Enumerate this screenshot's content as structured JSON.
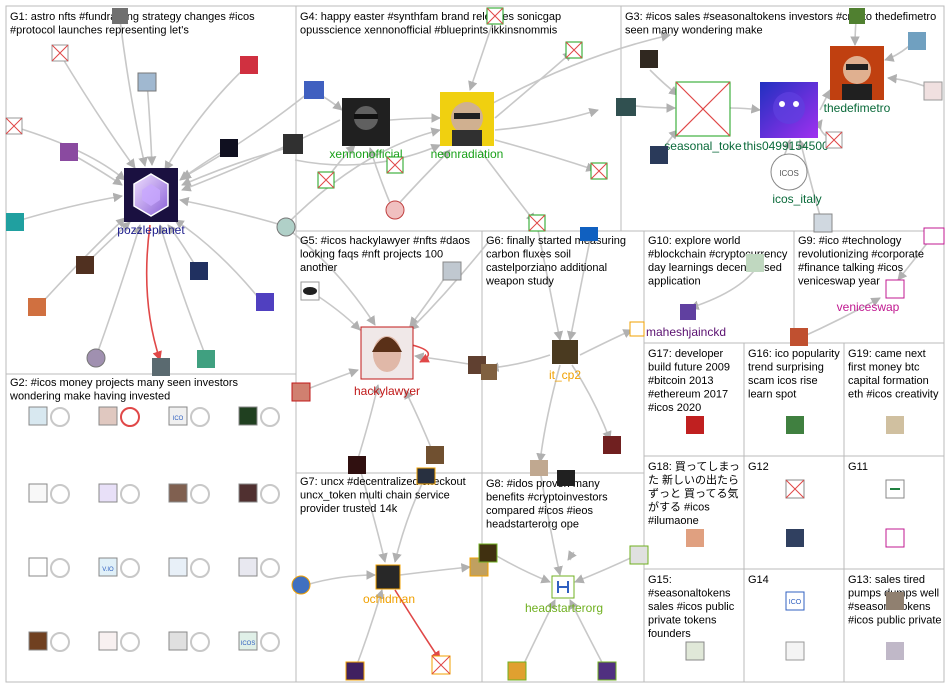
{
  "colors": {
    "border": "#bbbbbb",
    "edge": "#c8c8c8",
    "edge_dark": "#b0b0b0",
    "edge_red": "#e04848",
    "label_blue": "#1a1a8a",
    "label_green": "#1aa11a",
    "label_red": "#c01818",
    "label_orange": "#f0a000",
    "label_purple": "#5a1070",
    "label_magenta": "#c01890",
    "label_darkgreen": "#0a6a3a",
    "label_lime": "#70b020"
  },
  "groups": [
    {
      "id": "g1",
      "title": "G1: astro nfts #fundraising strategy changes #icos #protocol launches representing let's"
    },
    {
      "id": "g2",
      "title": "G2: #icos money projects many seen investors wondering make having invested"
    },
    {
      "id": "g3",
      "title": "G3: #icos sales #seasonaltokens investors #crypto thedefimetro seen many wondering make"
    },
    {
      "id": "g4",
      "title": "G4: happy easter #synthfam brand releases sonicgap opusscience xennonofficial #blueprints ikkinsnommis"
    },
    {
      "id": "g5",
      "title": "G5: #icos hackylawyer #nfts #daos looking faqs #nft projects 100 another"
    },
    {
      "id": "g6",
      "title": "G6: finally started measuring carbon fluxes soil castelporziano additional weapon study"
    },
    {
      "id": "g7",
      "title": "G7: uncx #decentralized checkout uncx_token multi chain service provider trusted 14k"
    },
    {
      "id": "g8",
      "title": "G8: #idos proven many benefits #cryptoinvestors compared #icos #ieos headstarterorg ope"
    },
    {
      "id": "g9",
      "title": "G9: #ico #technology revolutionizing #corporate #finance talking #icos veniceswap year"
    },
    {
      "id": "g10",
      "title": "G10: explore world #blockchain #cryptocurrency day learnings decentralised application"
    },
    {
      "id": "g11",
      "title": "G11"
    },
    {
      "id": "g12",
      "title": "G12"
    },
    {
      "id": "g13",
      "title": "G13: sales tired pumps dumps well #seasonaltokens #icos public private"
    },
    {
      "id": "g14",
      "title": "G14"
    },
    {
      "id": "g15",
      "title": "G15: #seasonaltokens sales #icos public private tokens founders"
    },
    {
      "id": "g16",
      "title": "G16: ico popularity trend surprising scam icos rise learn spot"
    },
    {
      "id": "g17",
      "title": "G17: developer build future 2009 #bitcoin 2013 #ethereum 2017 #icos 2020"
    },
    {
      "id": "g18",
      "title": "G18: 買ってしまった 新しいの出たらずっと 買ってる気がする #icos #ilumaone"
    },
    {
      "id": "g19",
      "title": "G19: came next first money btc capital formation eth #icos creativity"
    }
  ],
  "labels": {
    "pozzleplanet": "pozzleplanet",
    "xennonofficial": "xennonofficial",
    "neonradiation": "neonradiation",
    "seasonal_toke": "seasonal_toke",
    "this0499154500": "this0499154500",
    "thedefimetro": "thedefimetro",
    "icos_italy": "icos_italy",
    "hackylawyer": "hackylawyer",
    "it_cp2": "it_cp2",
    "maheshjainckd": "maheshjainckd",
    "veniceswap": "veniceswap",
    "ochidman": "ochidman",
    "headstarterorg": "headstarterorg"
  },
  "icons": {
    "icos_italy_badge": "ICOS",
    "g2_badge_1": "ICO",
    "g2_badge_2": "V.IO",
    "g2_badge_3": "ICOS",
    "g14_badge": "ICO",
    "it_badge": "ICO"
  }
}
